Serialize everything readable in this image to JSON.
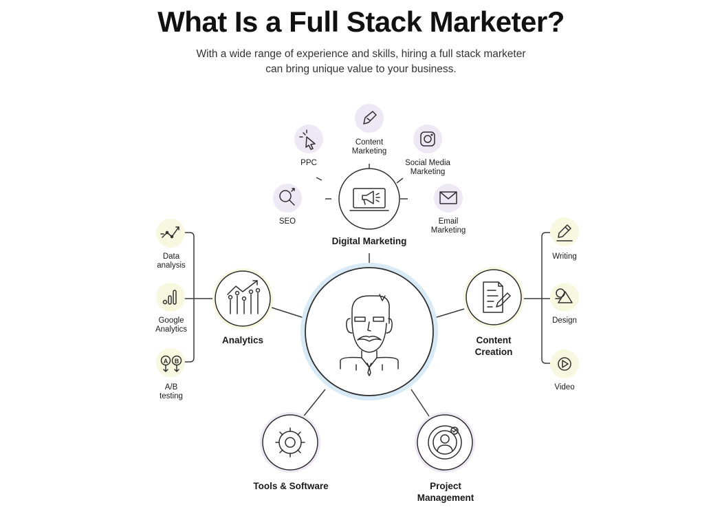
{
  "title": "What Is a Full Stack Marketer?",
  "subtitle_line1": "With a wide range of experience and skills, hiring a full stack marketer",
  "subtitle_line2": "can bring unique value to your business.",
  "colors": {
    "purple_tint": "#eee8f5",
    "yellow_tint": "#f8f7df",
    "center_ring": "#d7eaf6",
    "line": "#3a3a3a"
  },
  "hubs": {
    "digital_marketing": "Digital Marketing",
    "analytics": "Analytics",
    "content_creation_line1": "Content",
    "content_creation_line2": "Creation",
    "tools_software": "Tools & Software",
    "project_management_line1": "Project",
    "project_management_line2": "Management"
  },
  "digital": {
    "seo": "SEO",
    "ppc": "PPC",
    "content_line1": "Content",
    "content_line2": "Marketing",
    "social_line1": "Social Media",
    "social_line2": "Marketing",
    "email_line1": "Email",
    "email_line2": "Marketing"
  },
  "analytics_items": {
    "data_line1": "Data",
    "data_line2": "analysis",
    "google_line1": "Google",
    "google_line2": "Analytics",
    "ab_line1": "A/B",
    "ab_line2": "testing"
  },
  "content_items": {
    "writing": "Writing",
    "design": "Design",
    "video": "Video"
  }
}
